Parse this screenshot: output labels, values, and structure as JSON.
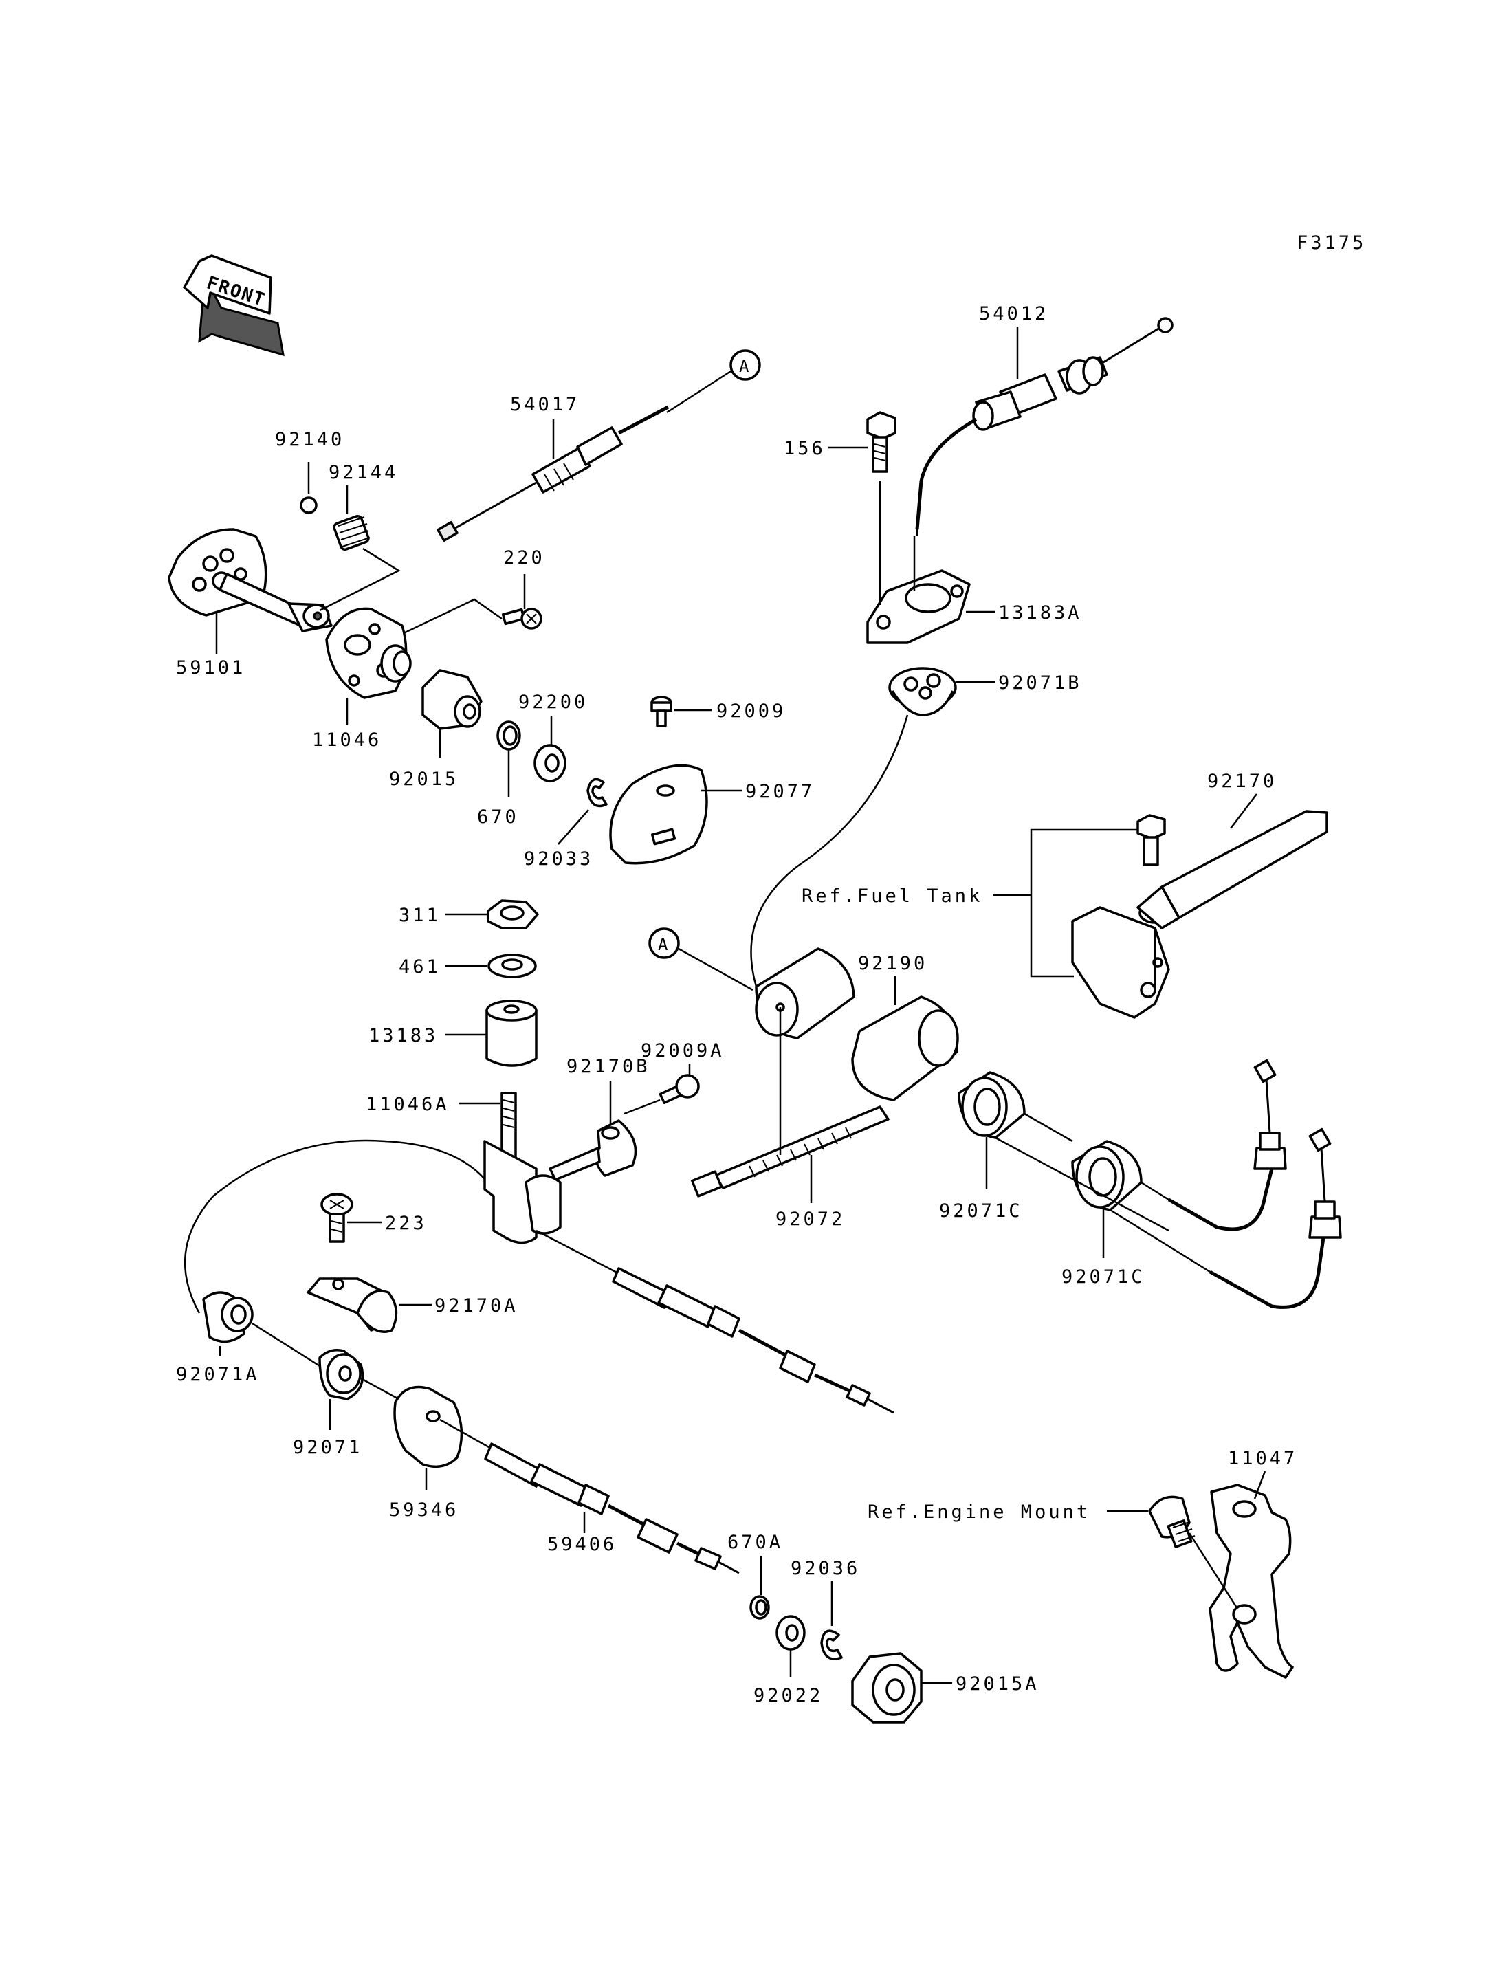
{
  "figure_code": "F3175",
  "front_label": "FRONT",
  "callouts": {
    "a_top": "A",
    "a_mid": "A"
  },
  "references": {
    "fuel_tank": "Ref.Fuel Tank",
    "engine_mount": "Ref.Engine Mount"
  },
  "parts": {
    "p54017": "54017",
    "p54012": "54012",
    "p156": "156",
    "p92140": "92140",
    "p92144": "92144",
    "p220": "220",
    "p59101": "59101",
    "p11046": "11046",
    "p92200": "92200",
    "p92015": "92015",
    "p670": "670",
    "p92009": "92009",
    "p92077": "92077",
    "p92033": "92033",
    "p13183A": "13183A",
    "p92071B": "92071B",
    "p92170": "92170",
    "p311": "311",
    "p461": "461",
    "p92190": "92190",
    "p13183": "13183",
    "p92009A": "92009A",
    "p92170B": "92170B",
    "p11046A": "11046A",
    "p223": "223",
    "p92072": "92072",
    "p92071C_1": "92071C",
    "p92071C_2": "92071C",
    "p92170A": "92170A",
    "p92071A": "92071A",
    "p92071": "92071",
    "p59346": "59346",
    "p11047": "11047",
    "p59406": "59406",
    "p670A": "670A",
    "p92036": "92036",
    "p92022": "92022",
    "p92015A": "92015A"
  }
}
